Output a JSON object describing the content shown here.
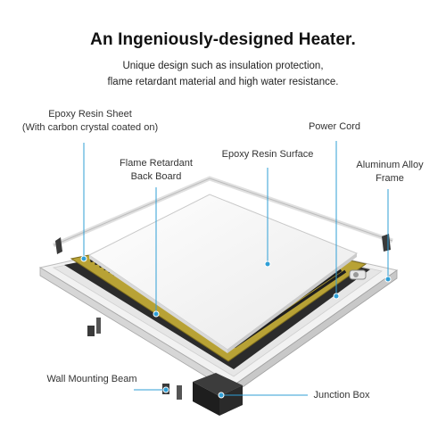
{
  "header": {
    "title": "An Ingeniously-designed Heater.",
    "subtitle_line1": "Unique design such as insulation protection,",
    "subtitle_line2": "flame retardant material and high water resistance."
  },
  "labels": {
    "epoxy_sheet_line1": "Epoxy Resin Sheet",
    "epoxy_sheet_line2": "(With carbon crystal coated on)",
    "power_cord": "Power Cord",
    "flame_board_line1": "Flame Retardant",
    "flame_board_line2": "Back Board",
    "epoxy_surface": "Epoxy Resin Surface",
    "aluminum_frame_line1": "Aluminum Alloy",
    "aluminum_frame_line2": "Frame",
    "wall_beam": "Wall Mounting Beam",
    "junction_box": "Junction Box"
  },
  "colors": {
    "accent_blue": "#2f9fd6",
    "heating_gold": "#b8a235",
    "frame_silver": "#dcdcdc",
    "dark_part": "#2a2a2a"
  }
}
